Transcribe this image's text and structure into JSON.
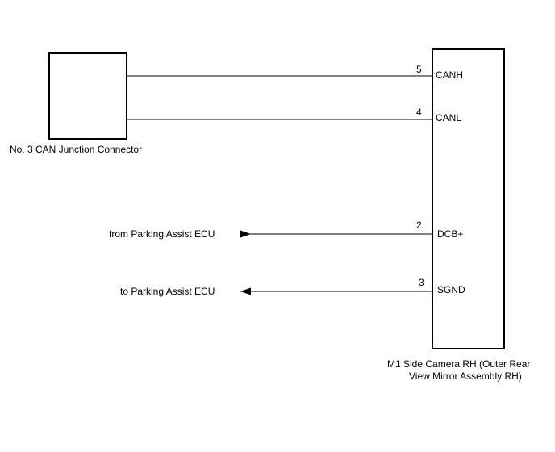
{
  "junction_connector": {
    "label": "No. 3 CAN Junction Connector"
  },
  "camera": {
    "label_line1": "M1  Side Camera RH (Outer Rear",
    "label_line2": "View Mirror Assembly RH)"
  },
  "pins": [
    {
      "number": "5",
      "signal": "CANH"
    },
    {
      "number": "4",
      "signal": "CANL"
    },
    {
      "number": "2",
      "signal": "DCB+"
    },
    {
      "number": "3",
      "signal": "SGND"
    }
  ],
  "external": {
    "from_ecu": "from Parking Assist ECU",
    "to_ecu": "to Parking Assist ECU"
  },
  "colors": {
    "line": "#000000",
    "background": "#ffffff"
  }
}
